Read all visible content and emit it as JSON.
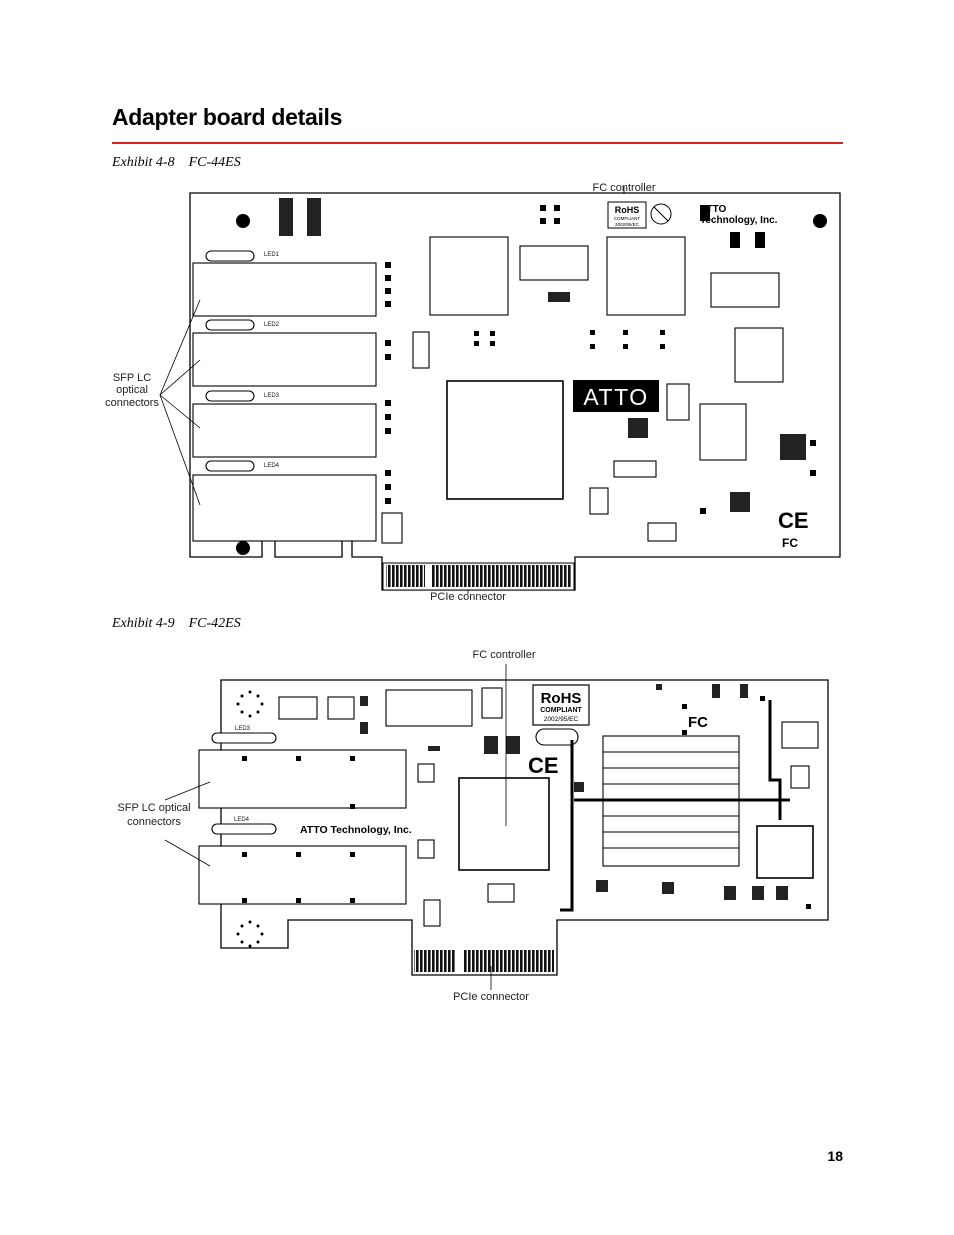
{
  "page": {
    "heading": "Adapter board details",
    "page_number": "18",
    "accent_color": "#d8231f"
  },
  "exhibit1": {
    "number": "Exhibit 4-8",
    "title": "FC-44ES",
    "label_fc_controller": "FC controller",
    "label_sfp_line1": "SFP LC",
    "label_sfp_line2": "optical",
    "label_sfp_line3": "connectors",
    "label_pcie": "PCIe connector",
    "brand_logo": "ATTO",
    "maker_line1": "ATTO",
    "maker_line2": "Technology, Inc.",
    "rohs_line1": "RoHS",
    "rohs_line2": "COMPLIANT",
    "rohs_line3": "2002/95/EC",
    "led_labels": [
      "LED1",
      "LED2",
      "LED3",
      "LED4"
    ],
    "ce_mark": "CE",
    "fc_mark": "FC"
  },
  "exhibit2": {
    "number": "Exhibit 4-9",
    "title": "FC-42ES",
    "label_fc_controller": "FC controller",
    "label_sfp_line1": "SFP LC optical",
    "label_sfp_line2": "connectors",
    "label_pcie": "PCIe connector",
    "maker_line": "ATTO Technology, Inc.",
    "rohs_line1": "RoHS",
    "rohs_line2": "COMPLIANT",
    "rohs_line3": "2002/95/EC",
    "led_labels": [
      "LED3",
      "LED4"
    ],
    "ce_mark": "CE",
    "fc_mark": "FC"
  }
}
